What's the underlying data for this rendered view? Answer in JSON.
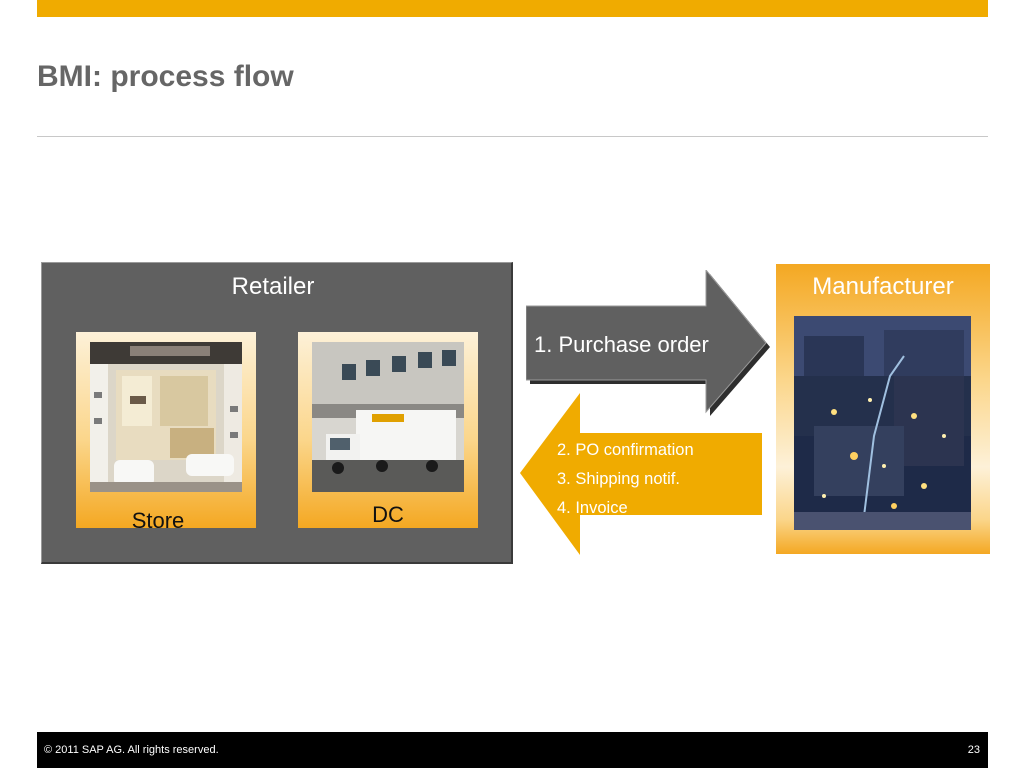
{
  "slide": {
    "title": "BMI: process flow",
    "accent_color": "#f0ab00",
    "panel_color": "#606060"
  },
  "retailer": {
    "title": "Retailer",
    "store_label": "Store",
    "dc_label": "DC"
  },
  "flow": {
    "purchase_order": "1. Purchase order",
    "responses": [
      "2. PO confirmation",
      "3. Shipping notif.",
      "4. Invoice"
    ]
  },
  "manufacturer": {
    "title": "Manufacturer"
  },
  "footer": {
    "copyright": "©  2011 SAP AG. All rights reserved.",
    "page_number": "23"
  }
}
